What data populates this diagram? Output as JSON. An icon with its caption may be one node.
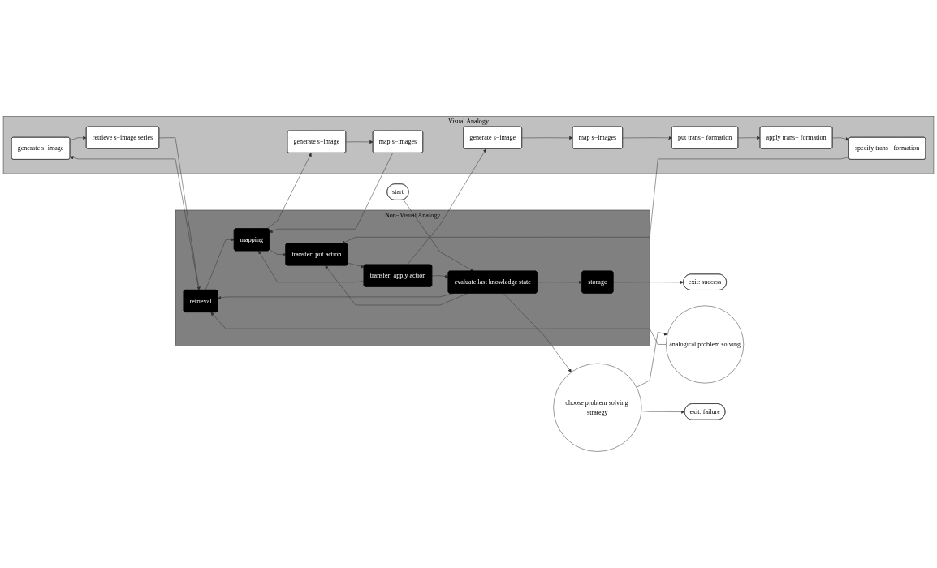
{
  "diagram": {
    "nodes": [
      {
        "text": [
          "Visual Analogy"
        ]
      },
      {
        "text": [
          "generate s−image"
        ],
        "in": 0
      },
      {
        "text": [
          "retrieve s−image series"
        ],
        "in": 0
      },
      {
        "text": [
          "generate s−image"
        ],
        "in": 0
      },
      {
        "text": [
          "map s−images"
        ],
        "in": 0
      },
      {
        "text": [
          "put trans− formation"
        ],
        "in": 0
      },
      {
        "text": [
          "apply trans− formation"
        ],
        "in": 0
      },
      {
        "text": [
          "specify trans− formation"
        ],
        "in": 0
      },
      {
        "text": [
          "generate s−image"
        ],
        "in": 0
      },
      {
        "text": [
          "map s−images"
        ],
        "in": 0
      },
      {
        "text": [
          "Non−Visual Analogy"
        ]
      },
      {
        "text": [
          "evaluate last knowledge state"
        ],
        "in": 10
      },
      {
        "text": [
          "storage"
        ],
        "in": 10
      },
      {
        "text": [
          "retrieval"
        ],
        "in": 10
      },
      {
        "text": [
          "mapping"
        ],
        "in": 10
      },
      {
        "text": [
          "transfer: put action"
        ],
        "in": 10
      },
      {
        "text": [
          "transfer: apply action"
        ],
        "in": 10
      },
      {
        "text": [
          "start"
        ]
      },
      {
        "text": [
          "exit: success"
        ]
      },
      {
        "text": [
          "choose problem solving strategy"
        ]
      },
      {
        "text": [
          "analogical problem solving"
        ]
      },
      {
        "text": [
          "exit: failure"
        ]
      }
    ],
    "edges": [
      {
        "from": 17,
        "to": 11,
        "arrow": "to"
      },
      {
        "from": 11,
        "to": 13,
        "arrow": "to"
      },
      {
        "from": 13,
        "to": 14,
        "arrow": "to"
      },
      {
        "from": 14,
        "to": 15,
        "arrow": "to"
      },
      {
        "from": 15,
        "to": 16,
        "arrow": "to"
      },
      {
        "from": 11,
        "to": 15,
        "arrow": "to"
      },
      {
        "from": 16,
        "to": 11,
        "arrow": "to"
      },
      {
        "from": 16,
        "to": 14,
        "arrow": "to"
      },
      {
        "from": 11,
        "to": 12,
        "arrow": "to"
      },
      {
        "from": 12,
        "to": 18,
        "arrow": "to"
      },
      {
        "from": 11,
        "to": 19,
        "arrow": "to"
      },
      {
        "from": 19,
        "to": 20,
        "arrow": "to"
      },
      {
        "from": 19,
        "to": 21,
        "arrow": "to"
      },
      {
        "from": 20,
        "to": 13,
        "arrow": "to"
      },
      {
        "from": 13,
        "to": 1,
        "arrow": "to"
      },
      {
        "from": 2,
        "to": 13,
        "arrow": "to"
      },
      {
        "from": 14,
        "to": 8,
        "arrow": "to"
      },
      {
        "from": 9,
        "to": 14,
        "arrow": "to"
      },
      {
        "from": 7,
        "to": 15,
        "arrow": "to"
      },
      {
        "from": 16,
        "to": 3,
        "arrow": "to"
      },
      {
        "from": 1,
        "to": 2,
        "arrow": "to"
      },
      {
        "from": 3,
        "to": 4,
        "arrow": "to"
      },
      {
        "from": 4,
        "to": 5,
        "arrow": "to"
      },
      {
        "from": 5,
        "to": 6,
        "arrow": "to"
      },
      {
        "from": 6,
        "to": 7,
        "arrow": "to"
      },
      {
        "from": 8,
        "to": 9,
        "arrow": "to"
      }
    ]
  }
}
